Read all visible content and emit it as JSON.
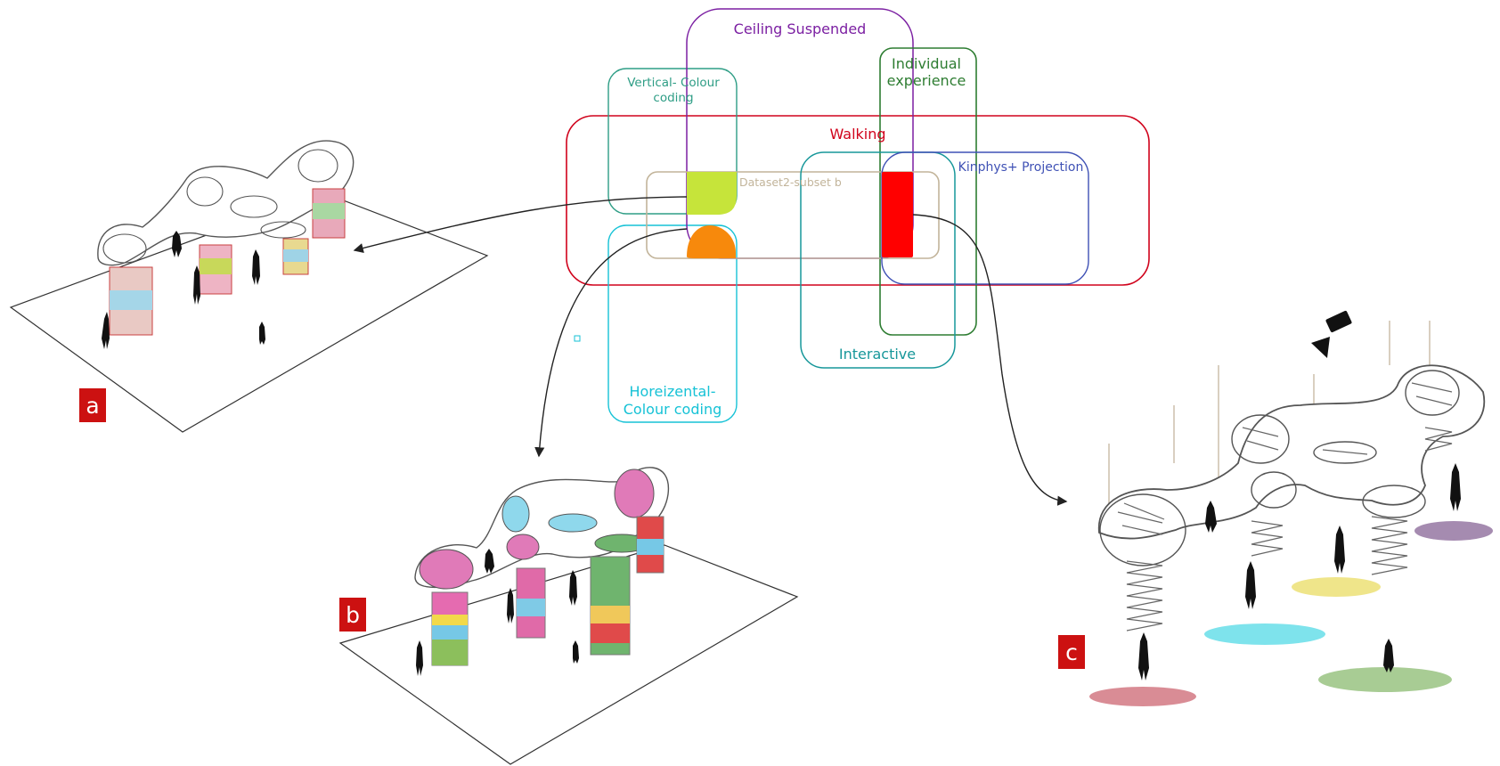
{
  "venn": {
    "sets": {
      "ceiling": {
        "label": "Ceiling Suspended",
        "color": "#7b1fa2"
      },
      "individual": {
        "label_line1": "Individual",
        "label_line2": "experience",
        "color": "#2e7d32"
      },
      "vertical": {
        "label_line1": "Vertical- Colour",
        "label_line2": "coding",
        "color": "#2e9d85"
      },
      "walking": {
        "label": "Walking",
        "color": "#d0021b"
      },
      "kinphys": {
        "label": "Kinphys+ Projection",
        "color": "#3f51b5"
      },
      "dataset": {
        "label": "Dataset2-subset b",
        "color": "#c2b49a"
      },
      "interactive": {
        "label": "Interactive",
        "color": "#17979a"
      },
      "horizontal": {
        "label_line1": "Horeizental-",
        "label_line2": "Colour coding",
        "color": "#16c2d6"
      }
    },
    "highlights": {
      "green": "#c6e43a",
      "orange": "#f7890c",
      "red": "#ff0000"
    }
  },
  "sketches": {
    "a": {
      "label": "a"
    },
    "b": {
      "label": "b"
    },
    "c": {
      "label": "c"
    }
  },
  "colors": {
    "badge": "#cc1111",
    "spot_red": "#d98c95",
    "spot_cyan": "#7ee3ec",
    "spot_yellow": "#efe58a",
    "spot_purple": "#a58bb0",
    "spot_green": "#a8cc94"
  }
}
